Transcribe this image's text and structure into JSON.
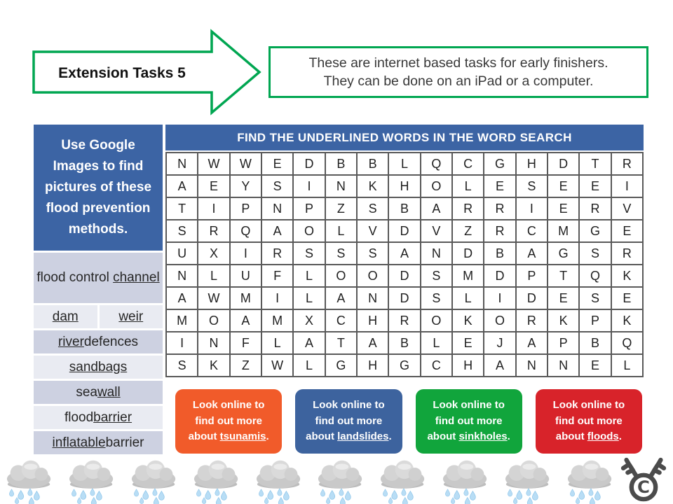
{
  "banner": {
    "arrow_label": "Extension Tasks 5"
  },
  "intro": {
    "line1": "These are internet based tasks for early finishers.",
    "line2": "They can be done on an iPad or a computer."
  },
  "methods_panel": {
    "header": "Use Google Images to find pictures of these flood prevention methods.",
    "rows": [
      {
        "tall": true,
        "cells": [
          [
            {
              "t": "flood control ",
              "u": false
            },
            {
              "t": "channel",
              "u": true
            }
          ]
        ]
      },
      {
        "tall": false,
        "cells": [
          [
            {
              "t": "dam",
              "u": true
            }
          ],
          [
            {
              "t": "weir",
              "u": true
            }
          ]
        ]
      },
      {
        "tall": false,
        "cells": [
          [
            {
              "t": "river",
              "u": true
            },
            {
              "t": " defences",
              "u": false
            }
          ]
        ]
      },
      {
        "tall": false,
        "cells": [
          [
            {
              "t": "sandbags",
              "u": true
            }
          ]
        ]
      },
      {
        "tall": false,
        "cells": [
          [
            {
              "t": "sea ",
              "u": false
            },
            {
              "t": "wall",
              "u": true
            }
          ]
        ]
      },
      {
        "tall": false,
        "cells": [
          [
            {
              "t": "flood ",
              "u": false
            },
            {
              "t": "barrier",
              "u": true
            }
          ]
        ]
      },
      {
        "tall": false,
        "cells": [
          [
            {
              "t": "inflatable",
              "u": true
            },
            {
              "t": " barrier",
              "u": false
            }
          ]
        ]
      }
    ]
  },
  "wordsearch": {
    "header": "FIND THE UNDERLINED WORDS IN THE WORD SEARCH",
    "grid_rows": [
      "NWWEDBBLQCGHDTR",
      "AEYSINKHOLESEEI",
      "TIPNPZSBARRIERV",
      "SRQAOLVDVZRCMGE",
      "UXIRSSSANDBAGSR",
      "NLUFLOODSMDPTQK",
      "AWMILANDSLIDESE",
      "MOAMXCHROKORKPK",
      "INFLATABLEJAPBQ",
      "SKZWLGHGCHANNEL"
    ]
  },
  "tasks": [
    {
      "color": "#f15b2a",
      "line1": "Look online to",
      "line2": "find out more",
      "line3_prefix": "about ",
      "keyword": "tsunamis",
      "line3_suffix": "."
    },
    {
      "color": "#3d639e",
      "line1": "Look online to",
      "line2": "find out more",
      "line3_prefix": "about ",
      "keyword": "landslides",
      "line3_suffix": "."
    },
    {
      "color": "#11a53c",
      "line1": "Look online to",
      "line2": "find out more",
      "line3_prefix": "about ",
      "keyword": "sinkholes",
      "line3_suffix": "."
    },
    {
      "color": "#d8232a",
      "line1": "Look online to",
      "line2": "find out more",
      "line3_prefix": "about ",
      "keyword": "floods",
      "line3_suffix": "."
    }
  ],
  "footer": {
    "cloud_count": 10,
    "cloud_icon": "rain-cloud-icon",
    "logo_icon": "moose-copyright-icon"
  },
  "colors": {
    "accent_green": "#00a651",
    "header_blue": "#3c64a4",
    "row_dark": "#cdd1e1",
    "row_light": "#e9ebf2",
    "grid_line": "#595959",
    "task_orange": "#f15b2a",
    "task_blue": "#3d639e",
    "task_green": "#11a53c",
    "task_red": "#d8232a"
  }
}
